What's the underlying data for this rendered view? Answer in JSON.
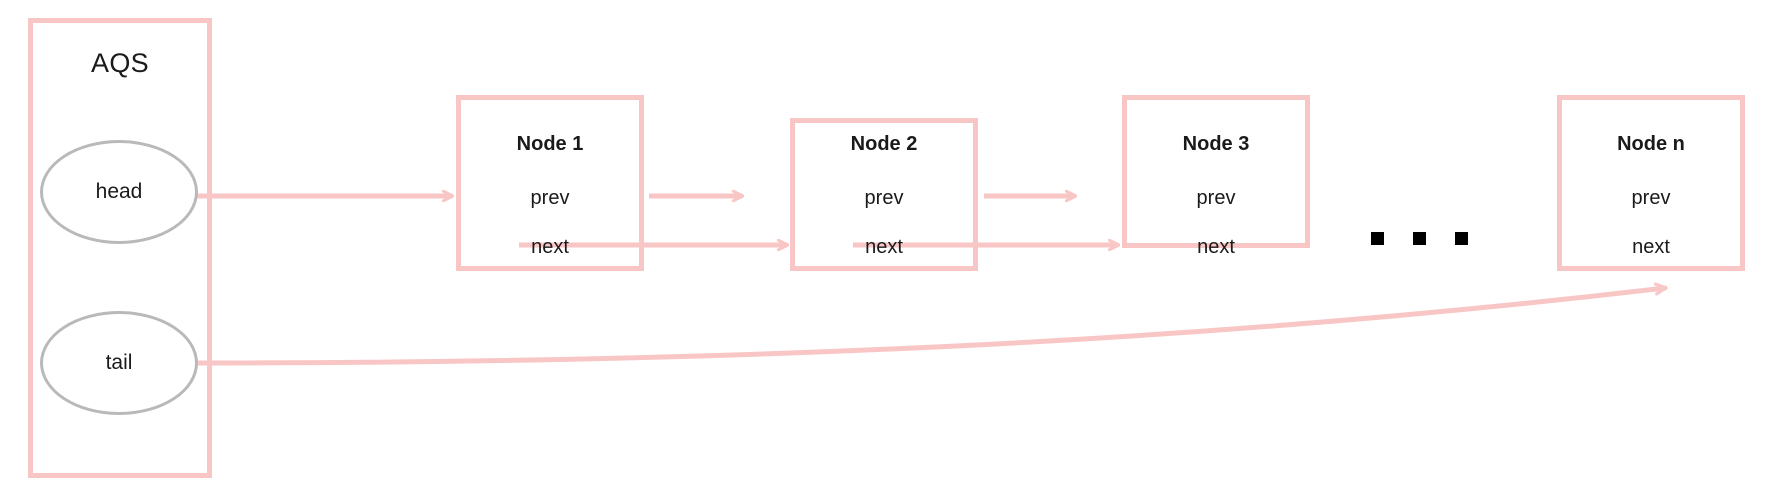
{
  "diagram": {
    "title": "AQS doubly linked queue",
    "colors": {
      "box_border": "#f9c6c6",
      "ellipse_border": "#b9b9b9",
      "arrow": "#f9c6c6",
      "text": "#1a1a1a",
      "dot": "#000000",
      "background": "#ffffff"
    },
    "container": {
      "label": "AQS",
      "fields": [
        {
          "name": "head",
          "label": "head"
        },
        {
          "name": "tail",
          "label": "tail"
        }
      ]
    },
    "nodes": [
      {
        "title": "Node 1",
        "prev": "prev",
        "next": "next"
      },
      {
        "title": "Node 2",
        "prev": "prev",
        "next": "next"
      },
      {
        "title": "Node 3",
        "prev": "prev",
        "next": "next"
      },
      {
        "title": "Node n",
        "prev": "prev",
        "next": "next"
      }
    ],
    "ellipsis": {
      "label": "...",
      "dot_count": 3
    },
    "edges": [
      {
        "from": "head",
        "to": "Node 1",
        "kind": "arrow"
      },
      {
        "from": "Node 2.prev",
        "to": "Node 1",
        "kind": "arrow"
      },
      {
        "from": "Node 1.next",
        "to": "Node 2",
        "kind": "arrow"
      },
      {
        "from": "Node 3.prev",
        "to": "Node 2",
        "kind": "arrow"
      },
      {
        "from": "Node 2.next",
        "to": "Node 3",
        "kind": "arrow"
      },
      {
        "from": "tail",
        "to": "Node n",
        "kind": "curved-arrow"
      }
    ]
  }
}
